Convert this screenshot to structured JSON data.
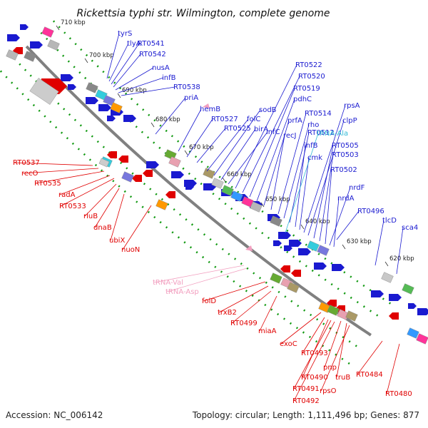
{
  "title": "Rickettsia typhi str. Wilmington, complete genome",
  "footer": {
    "accession": "Accession: NC_006142",
    "summary": "Topology: circular; Length: 1,111,496 bp; Genes: 877"
  },
  "colors": {
    "forward": "#1a1ad0",
    "reverse": "#e00000",
    "trna_forward": "#33bbd6",
    "trna_reverse": "#f2a0c0",
    "backbone": "#808080",
    "track_dots": "#119911"
  },
  "ticks": [
    "710 kbp",
    "700 kbp",
    "690 kbp",
    "680 kbp",
    "670 kbp",
    "660 kbp",
    "650 kbp",
    "640 kbp",
    "630 kbp",
    "620 kbp"
  ],
  "forward_labels": [
    "tyrS",
    "tlyA",
    "RT0541",
    "RT0542",
    "nusA",
    "infB",
    "RT0538",
    "priA",
    "hemB",
    "RT0527",
    "RT0525",
    "folC",
    "sodB",
    "birA",
    "infC",
    "RT0522",
    "RT0520",
    "RT0519",
    "pdhC",
    "prfA",
    "recJ",
    "RT0514",
    "rho",
    "RT0512",
    "ihfB",
    "cmk",
    "rpsA",
    "clpP",
    "RT0505",
    "RT0503",
    "RT0502",
    "nrdF",
    "nrdA",
    "RT0496",
    "tlcD",
    "sca4"
  ],
  "forward_trna_labels": [
    "tRNA-Ala"
  ],
  "reverse_labels": [
    "RT0537",
    "recO",
    "RT0535",
    "radA",
    "RT0533",
    "rluB",
    "dnaB",
    "ubiX",
    "nuoN",
    "folD",
    "trxB2",
    "RT0499",
    "miaA",
    "exoC",
    "RT0493",
    "pnp",
    "truB",
    "RT0490",
    "RT0491",
    "rpsO",
    "RT0492",
    "RT0484",
    "RT0480"
  ],
  "reverse_trna_labels": [
    "tRNA-Val",
    "tRNA-Asp"
  ]
}
